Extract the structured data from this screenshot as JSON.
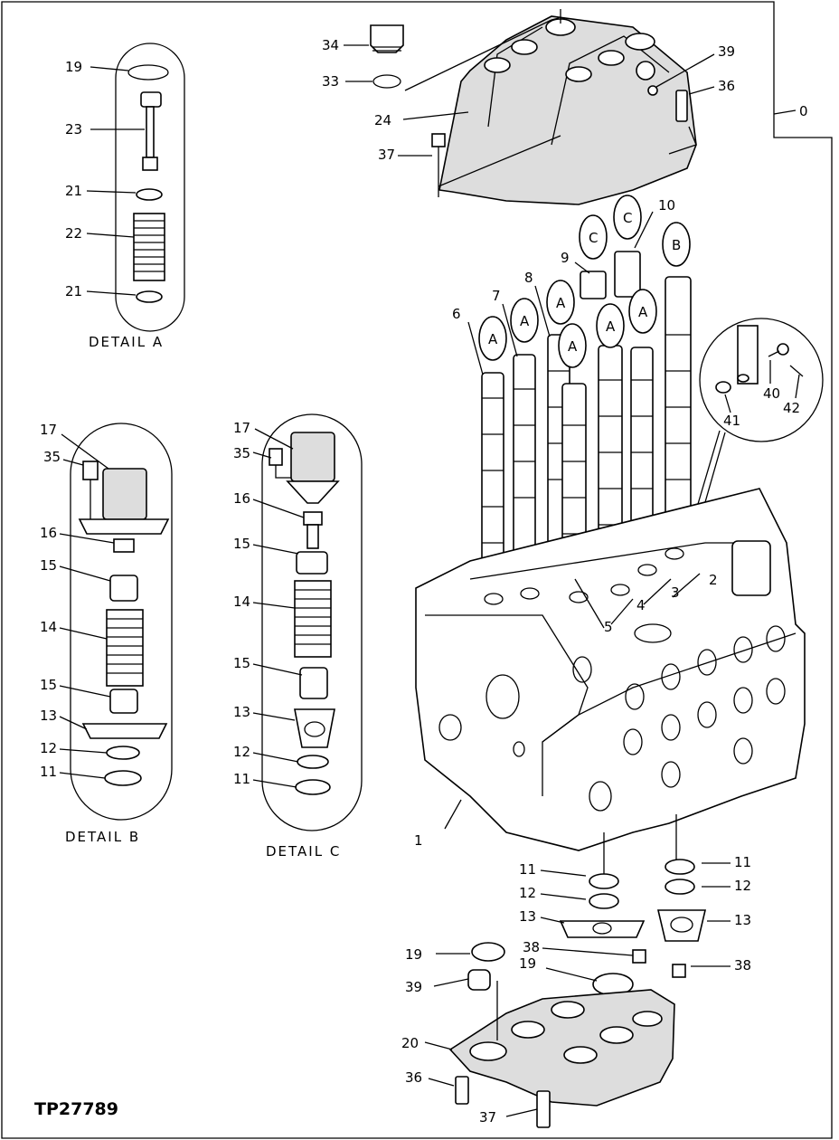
{
  "figure_id": "TP27789",
  "captions": {
    "detail_a": "DETAIL  A",
    "detail_b": "DETAIL  B",
    "detail_c": "DETAIL  C"
  },
  "detail_a": {
    "labels": [
      "19",
      "23",
      "21",
      "22",
      "21"
    ]
  },
  "detail_b": {
    "labels": [
      "17",
      "35",
      "16",
      "15",
      "14",
      "15",
      "13",
      "12",
      "11"
    ]
  },
  "detail_c": {
    "labels": [
      "17",
      "35",
      "16",
      "15",
      "14",
      "15",
      "13",
      "12",
      "11"
    ]
  },
  "main": {
    "callouts": [
      "34",
      "33",
      "39",
      "36",
      "0",
      "24",
      "37",
      "10",
      "9",
      "8",
      "7",
      "6",
      "40",
      "42",
      "41",
      "2",
      "3",
      "4",
      "5",
      "1",
      "11",
      "12",
      "13",
      "11",
      "12",
      "13",
      "38",
      "19",
      "19",
      "39",
      "38",
      "20",
      "36",
      "37"
    ],
    "bubbles": [
      "A",
      "A",
      "A",
      "A",
      "C",
      "A",
      "C",
      "A",
      "B"
    ]
  }
}
